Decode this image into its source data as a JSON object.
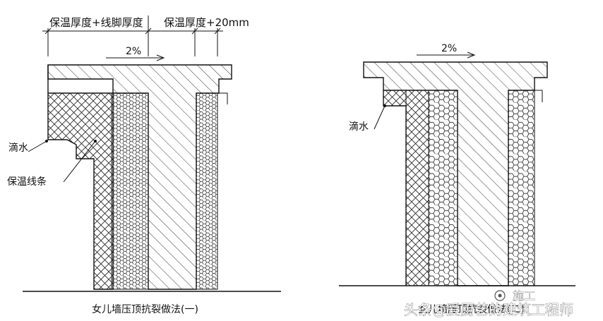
{
  "left_detail": {
    "dim_label_1": "保温厚度+线脚厚度",
    "dim_label_2": "保温厚度+20mm",
    "slope_label": "2%",
    "drip_label": "滴水",
    "insulation_strip_label": "保温线条",
    "caption": "女儿墙压顶抗裂做法(一)"
  },
  "right_detail": {
    "slope_label": "2%",
    "drip_label": "滴水",
    "caption": "女儿墙压顶抗裂做法(二)"
  },
  "watermark": {
    "text": "头条@爱厨艺的建筑工程师",
    "brand": "施工"
  }
}
